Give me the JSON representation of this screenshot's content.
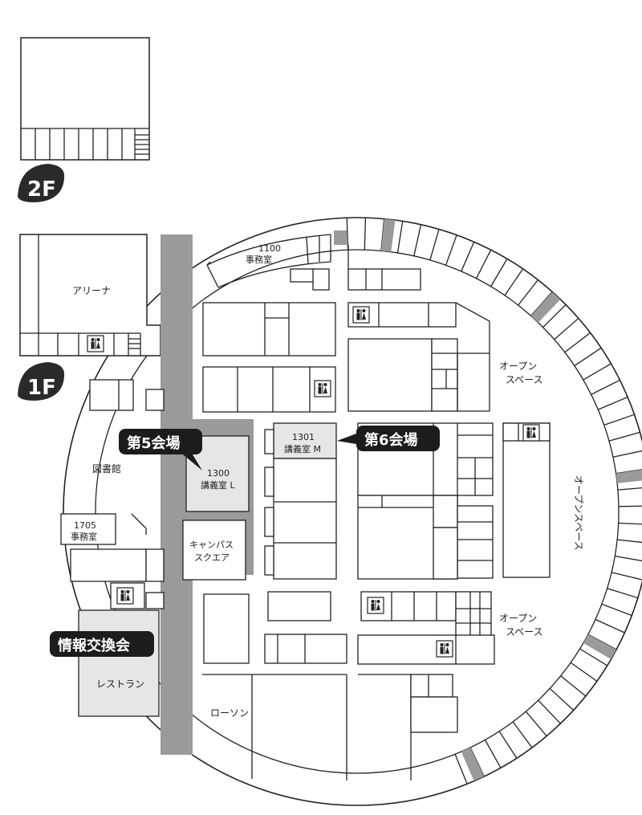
{
  "floors": {
    "floor2_label": "2F",
    "floor1_label": "1F"
  },
  "venues": {
    "hall5_label": "第5会場",
    "hall6_label": "第6会場",
    "exchange_label": "情報交換会"
  },
  "rooms": {
    "arena": "アリーナ",
    "library": "図書館",
    "office_1705_number": "1705",
    "office_1705_name": "事務室",
    "office_1100_number": "1100",
    "office_1100_name": "事務室",
    "lecture_1300_number": "1300",
    "lecture_1300_name": "講義室 L",
    "lecture_1301_number": "1301",
    "lecture_1301_name": "講義室 M",
    "campus_square_line1": "キャンパス",
    "campus_square_line2": "スクエア",
    "restaurant": "レストラン",
    "lawson": "ローソン",
    "open_space_upper_line1": "オープン",
    "open_space_upper_line2": "スペース",
    "open_space_right": "オープンスペース",
    "open_space_lower_line1": "オープン",
    "open_space_lower_line2": "スペース"
  },
  "icons": {
    "restroom": "restroom-icon"
  },
  "colors": {
    "badge": "#1c1c1c",
    "corridor": "#9a9a9a",
    "highlight_room": "#e6e6e6",
    "wall": "#222222"
  }
}
